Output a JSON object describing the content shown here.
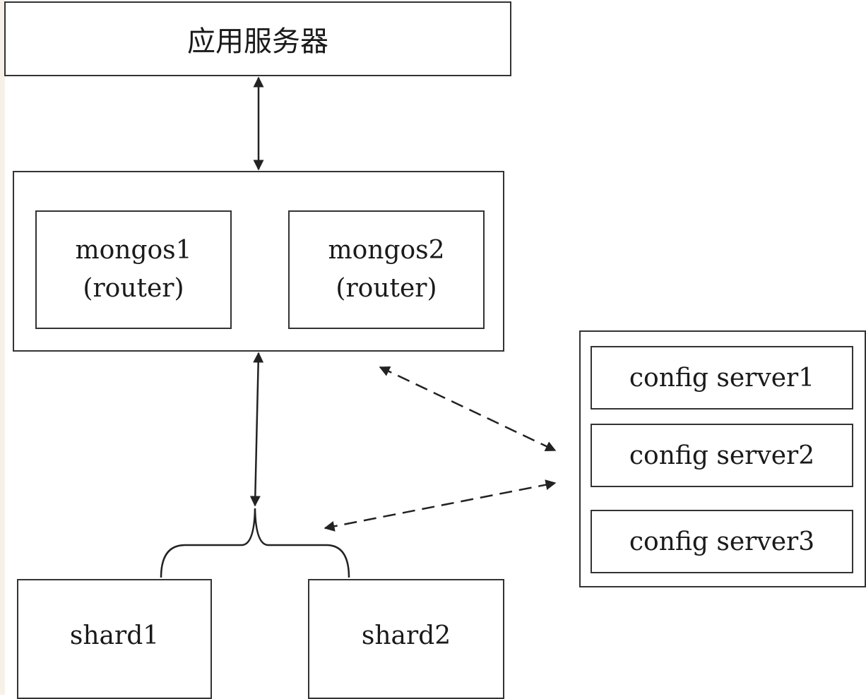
{
  "diagram": {
    "app_server": {
      "label": "应用服务器"
    },
    "router_group": {
      "mongos": [
        {
          "name": "mongos1",
          "role": "(router)"
        },
        {
          "name": "mongos2",
          "role": "(router)"
        }
      ]
    },
    "config_servers": [
      {
        "label": "config server1"
      },
      {
        "label": "config server2"
      },
      {
        "label": "config server3"
      }
    ],
    "shards": [
      {
        "label": "shard1"
      },
      {
        "label": "shard2"
      }
    ],
    "colors": {
      "stroke": "#333333",
      "text": "#1a1a1a",
      "background": "#ffffff"
    }
  }
}
